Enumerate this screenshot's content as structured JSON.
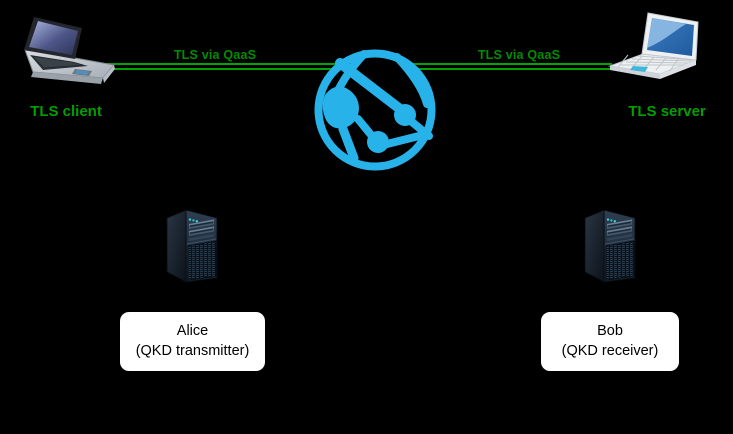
{
  "diagram": {
    "background": "#000000",
    "colors": {
      "link_green": "#00a303",
      "label_green": "#00a000",
      "link_label_green": "#008f00",
      "globe_blue": "#27b3ea",
      "box_white": "#ffffff"
    },
    "client": {
      "label": "TLS client",
      "icon": "laptop-icon"
    },
    "server": {
      "label": "TLS server",
      "icon": "laptop-icon"
    },
    "internet": {
      "icon": "globe-network-icon"
    },
    "links": {
      "client_to_internet": {
        "label": "TLS via QaaS"
      },
      "internet_to_server": {
        "label": "TLS via QaaS"
      }
    },
    "alice": {
      "name": "Alice",
      "role": "(QKD transmitter)",
      "icon": "server-tower-icon"
    },
    "bob": {
      "name": "Bob",
      "role": "(QKD receiver)",
      "icon": "server-tower-icon"
    }
  }
}
